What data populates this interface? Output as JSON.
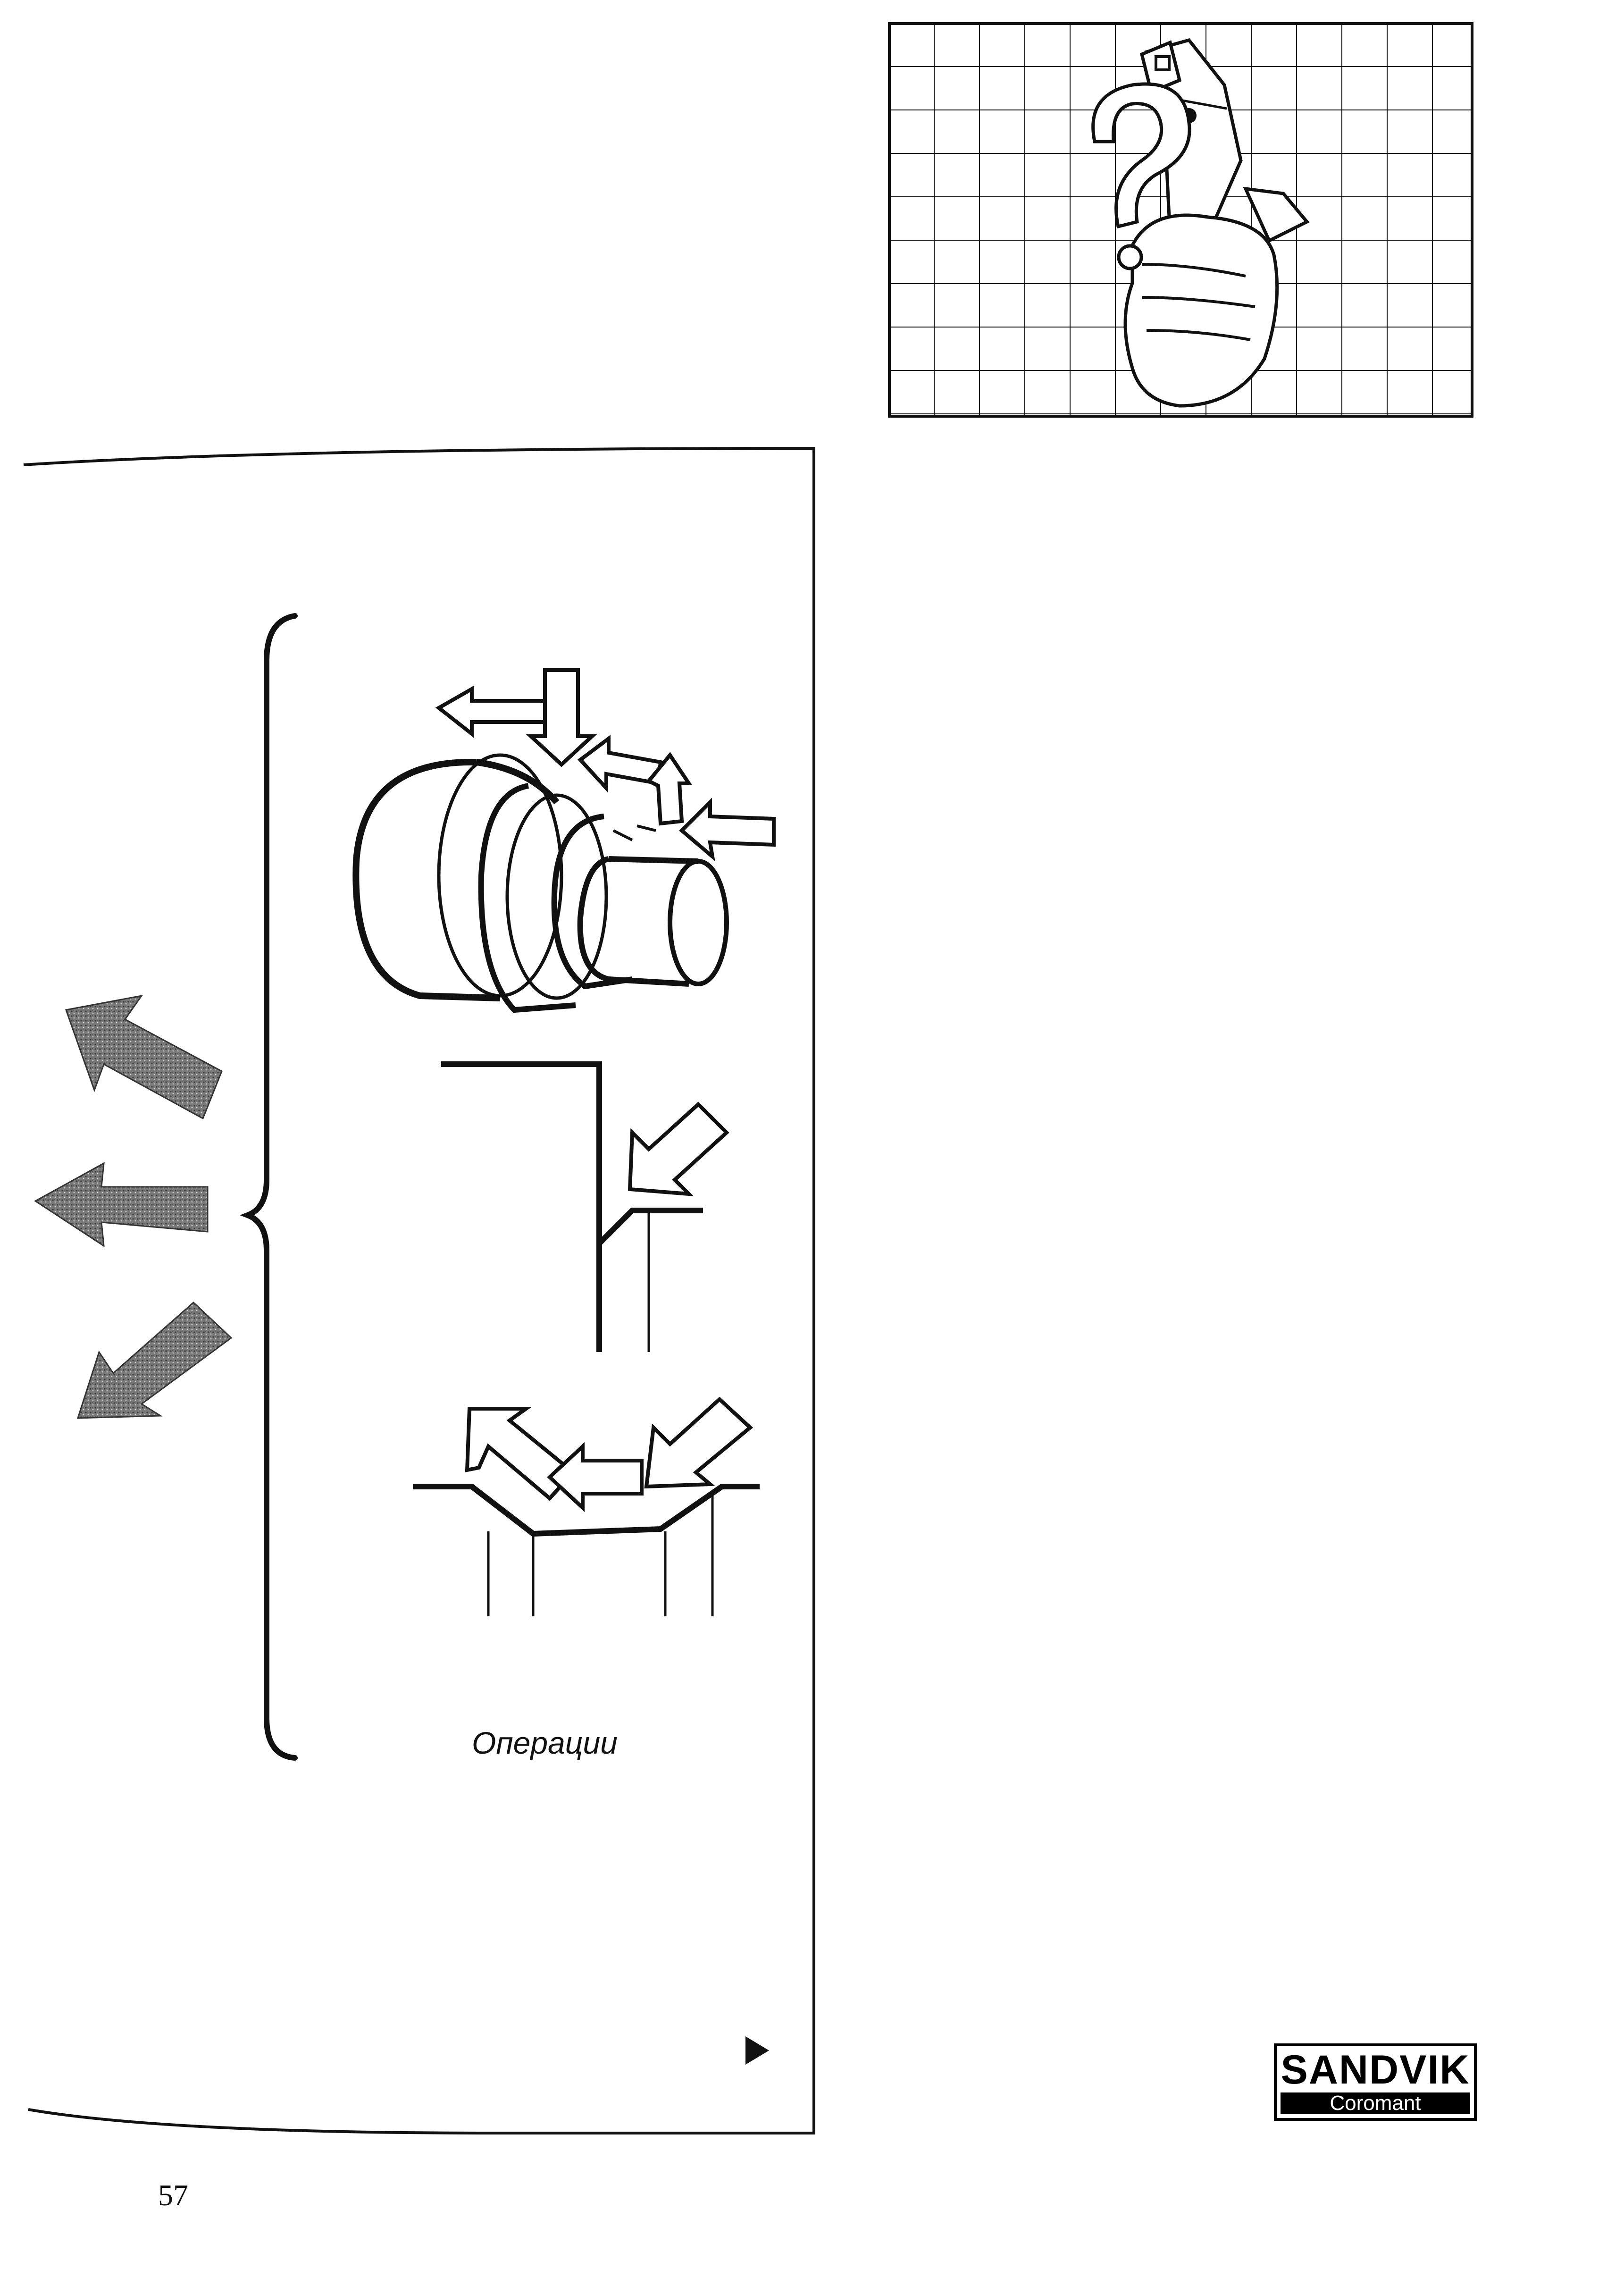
{
  "figure": {
    "caption": "Операции",
    "continue_marker": "next-triangle-icon"
  },
  "page": {
    "number": "57"
  },
  "logo": {
    "brand": "SANDVIK",
    "sub": "Coromant"
  },
  "colors": {
    "ink": "#111111",
    "shaded_arrow": "#6f6f6f"
  },
  "icons": {
    "illustration": "hand-holding-tool-question-icon",
    "flow_arrows": "shaded-arrow-icon"
  }
}
